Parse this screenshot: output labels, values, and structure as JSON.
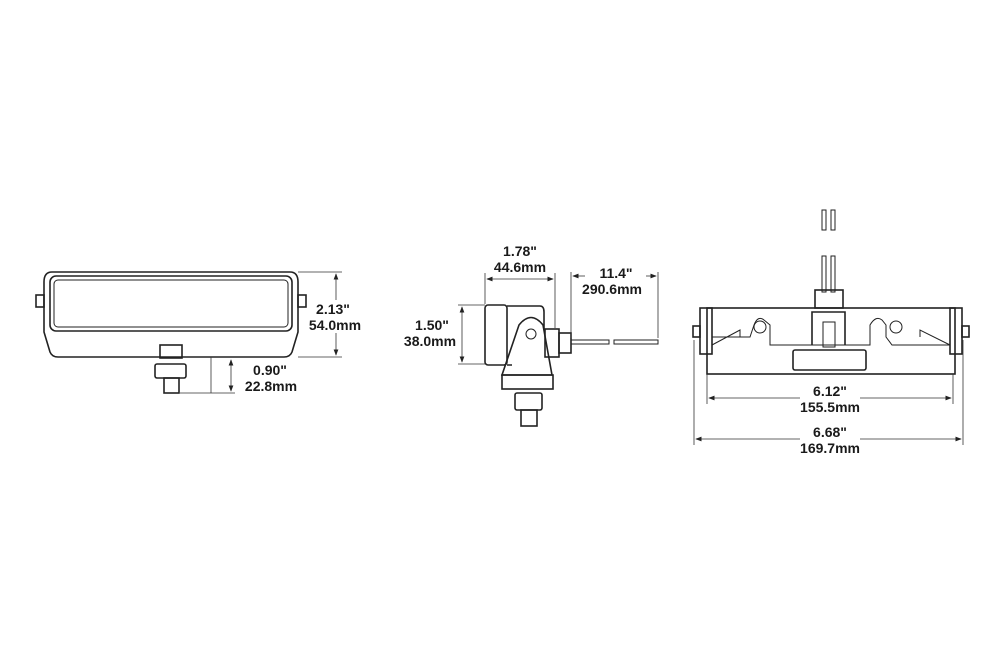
{
  "front_view": {
    "height": {
      "in": "2.13\"",
      "mm": "54.0mm"
    },
    "mount_depth": {
      "in": "0.90\"",
      "mm": "22.8mm"
    }
  },
  "side_view": {
    "depth": {
      "in": "1.78\"",
      "mm": "44.6mm"
    },
    "height": {
      "in": "1.50\"",
      "mm": "38.0mm"
    },
    "wire_length": {
      "in": "11.4\"",
      "mm": "290.6mm"
    }
  },
  "rear_view": {
    "body_width": {
      "in": "6.12\"",
      "mm": "155.5mm"
    },
    "overall_width": {
      "in": "6.68\"",
      "mm": "169.7mm"
    }
  }
}
